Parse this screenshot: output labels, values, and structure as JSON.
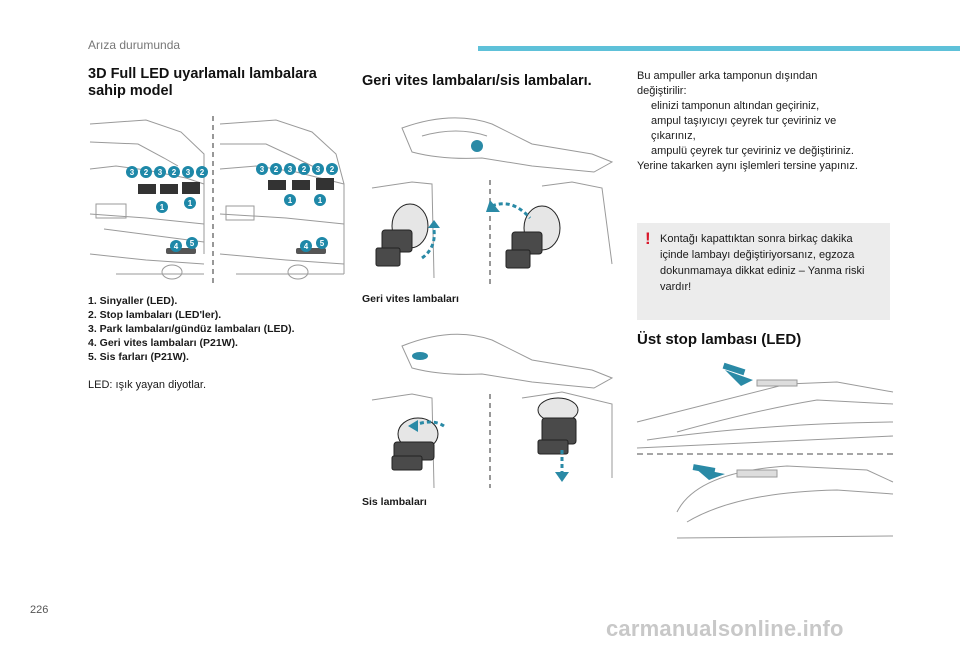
{
  "header": {
    "section_title": "Arıza durumunda"
  },
  "page_number": "226",
  "watermark": "carmanualsonline.info",
  "col1": {
    "title_line1": "3D Full LED uyarlamalı lambalara",
    "title_line2": "sahip model",
    "callouts_left": [
      "3",
      "2",
      "3",
      "2",
      "3",
      "2",
      "1",
      "1",
      "4",
      "5"
    ],
    "callouts_right": [
      "3",
      "2",
      "3",
      "2",
      "3",
      "2",
      "1",
      "1",
      "4",
      "5"
    ],
    "legend": [
      "1.   Sinyaller (LED).",
      "2.   Stop lambaları (LED'ler).",
      "3.   Park lambaları/gündüz lambaları (LED).",
      "4.   Geri vites lambaları (P21W).",
      "5.   Sis farları (P21W)."
    ],
    "led_note": "LED: ışık yayan diyotlar."
  },
  "col2": {
    "title": "Geri vites lambaları/sis lambaları.",
    "caption_reverse": "Geri vites lambaları",
    "caption_fog": "Sis lambaları"
  },
  "col3": {
    "intro_line1": "Bu ampuller arka tamponun dışından",
    "intro_line2": "değiştirilir:",
    "steps": [
      "elinizi tamponun altından geçiriniz,",
      "ampul taşıyıcıyı çeyrek tur çeviriniz ve",
      "ampulü çeyrek tur çeviriniz ve değiştiriniz."
    ],
    "step2_cont": "çıkarınız,",
    "outro": "Yerine takarken aynı işlemleri tersine yapınız.",
    "step_marker": "",
    "warning_mark": "!",
    "warning_lines": [
      "Kontağı kapattıktan sonra birkaç dakika",
      "içinde lambayı değiştiriyorsanız, egzoza",
      "dokunmamaya dikkat ediniz – Yanma riski",
      "vardır!"
    ],
    "third_stop_title": "Üst stop lambası (LED)"
  },
  "colors": {
    "accent": "#5ec1d9",
    "callout": "#1e88a8",
    "warning": "#d9172a",
    "arrow": "#2a8aa6"
  }
}
